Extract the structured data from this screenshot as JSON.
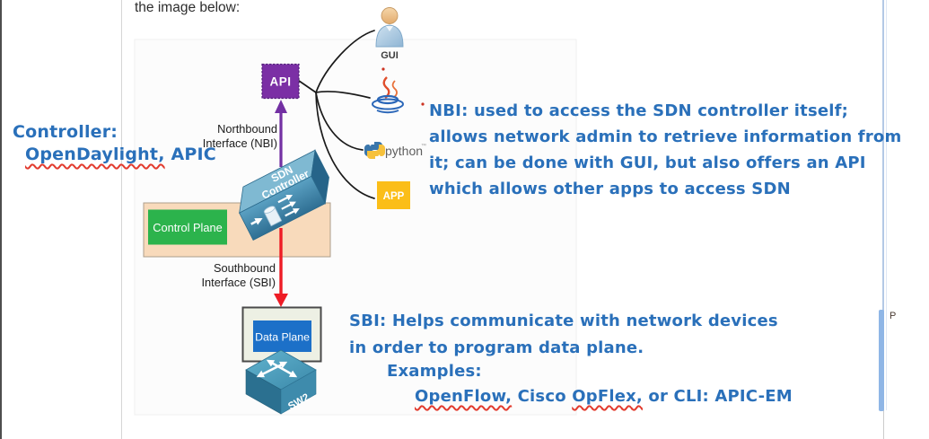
{
  "page": {
    "prompt_text": "the image below:",
    "side_letter": "P"
  },
  "notes": {
    "controller": {
      "line1": "Controller:",
      "line2_underlined": "OpenDaylight,",
      "line2_rest": " APIC"
    },
    "nbi": {
      "lines": [
        "NBI: used to access the SDN controller itself;",
        "allows network admin to retrieve information from",
        "it; can be done with GUI, but also offers an API",
        "which allows other apps to access SDN"
      ]
    },
    "sbi": {
      "line1": "SBI: Helps communicate with network devices",
      "line2": "in order to program data plane.",
      "line3": "Examples:",
      "line4_seg1": "OpenFlow,",
      "line4_seg2": " Cisco ",
      "line4_seg3": "OpFlex,",
      "line4_seg4": " or CLI: APIC-EM"
    }
  },
  "diagram": {
    "api_label": "API",
    "gui_label": "GUI",
    "python_label": "python",
    "app_label": "APP",
    "controller_line1": "SDN",
    "controller_line2": "Controller",
    "control_plane_label": "Control Plane",
    "data_plane_label": "Data Plane",
    "switch_label": "SW2",
    "nbi_label_line1": "Northbound",
    "nbi_label_line2": "Interface (NBI)",
    "sbi_label_line1": "Southbound",
    "sbi_label_line2": "Interface (SBI)"
  },
  "colors": {
    "ink_blue": "#2a70ba",
    "squiggle_red": "#e23b2e",
    "api_purple": "#7b2fa5",
    "app_amber": "#fbbe18",
    "control_plane_green": "#2cb34c",
    "control_plane_bg_tan": "#f8dabb",
    "data_plane_blue": "#1c70c8",
    "nbi_arrow_purple": "#7330a3",
    "sbi_arrow_red": "#ee1c25",
    "device_steel_blue": "#3e8bac"
  }
}
